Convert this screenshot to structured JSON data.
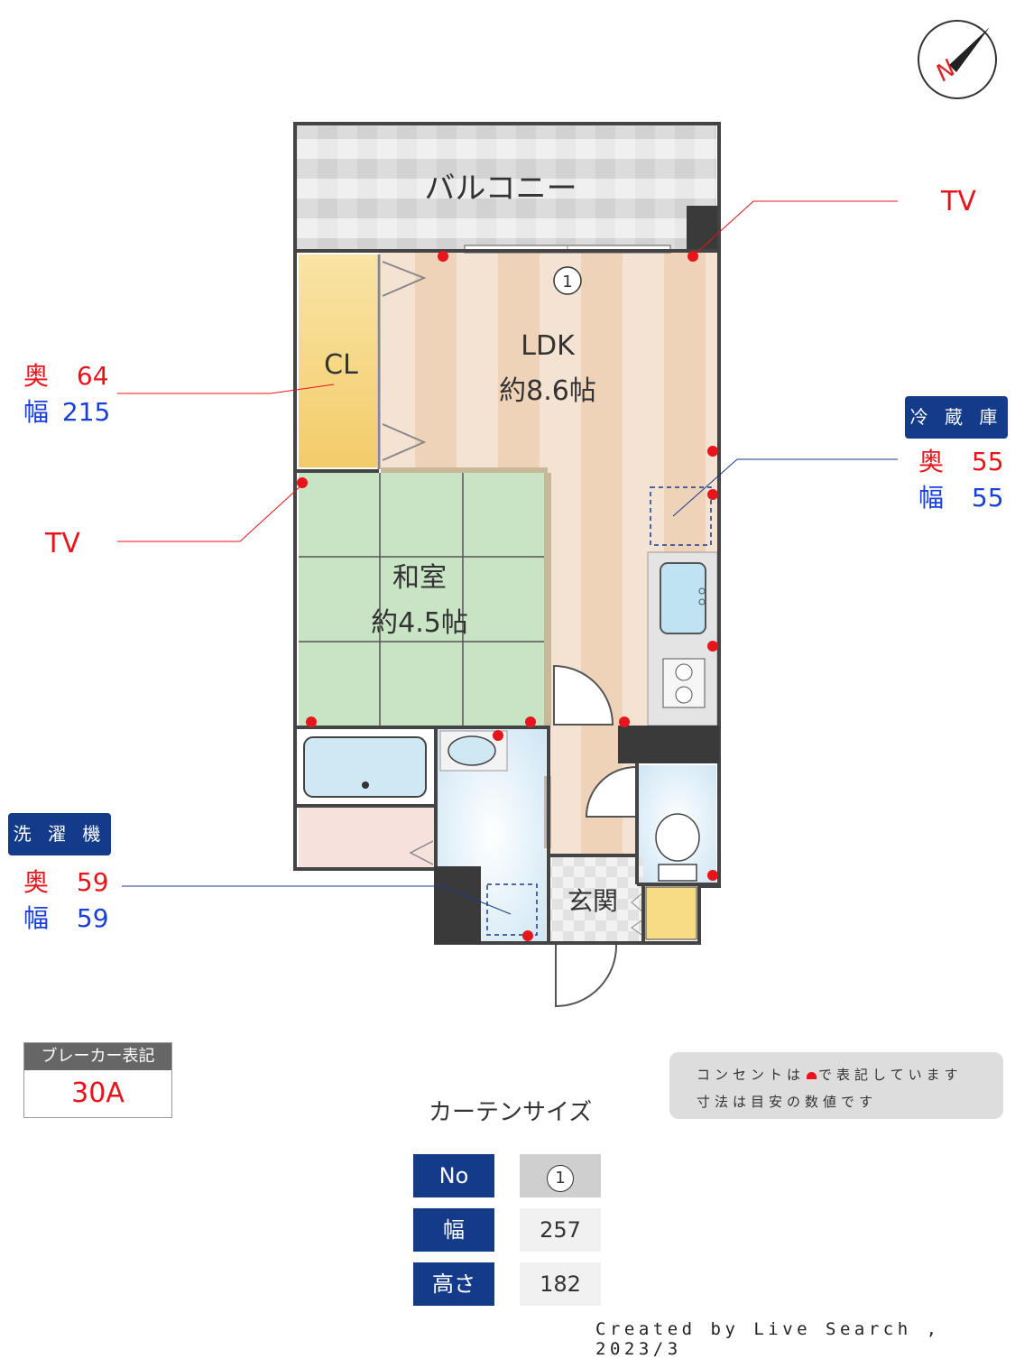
{
  "compass": {
    "letter": "N"
  },
  "rooms": {
    "balcony": "バルコニー",
    "ldk_name": "LDK",
    "ldk_size": "約8.6帖",
    "closet": "CL",
    "washitsu_name": "和室",
    "washitsu_size": "約4.5帖",
    "genkan": "玄関",
    "curtain_marker": "1"
  },
  "tv_top": "TV",
  "tv_left": "TV",
  "cl_dims": {
    "depth_label": "奥",
    "depth": "64",
    "width_label": "幅",
    "width": "215"
  },
  "fridge": {
    "title": "冷 蔵 庫",
    "depth_label": "奥",
    "depth": "55",
    "width_label": "幅",
    "width": "55"
  },
  "washer": {
    "title": "洗 濯 機",
    "depth_label": "奥",
    "depth": "59",
    "width_label": "幅",
    "width": "59"
  },
  "breaker": {
    "title": "ブレーカー表記",
    "value": "30A"
  },
  "note": {
    "line1_a": "コンセントは",
    "line1_b": "で表記しています",
    "line2": "寸法は目安の数値です"
  },
  "curtain": {
    "title": "カーテンサイズ",
    "rows": [
      {
        "label": "No",
        "value": "1"
      },
      {
        "label": "幅",
        "value": "257"
      },
      {
        "label": "高さ",
        "value": "182"
      }
    ]
  },
  "footer": "Created by Live Search , 2023/3",
  "colors": {
    "outlet": "#e8141b",
    "navy": "#143a8a",
    "tatami": "#c8e4c4",
    "wall": "#3a3a3a"
  }
}
